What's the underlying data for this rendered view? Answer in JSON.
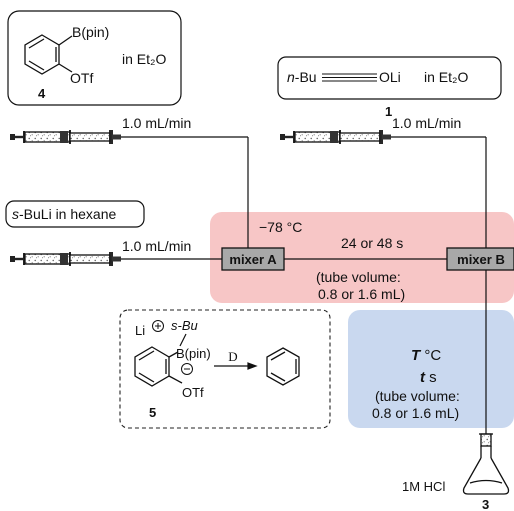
{
  "reagent_4": {
    "group_top": "B(pin)",
    "group_bottom": "OTf",
    "solvent": "in Et₂O",
    "compound_number": "4"
  },
  "reagent_1": {
    "prefix": "n",
    "left_group": "-Bu",
    "right_group": "OLi",
    "solvent": "in Et₂O",
    "compound_number": "1"
  },
  "reagent_sbuli": {
    "prefix": "s",
    "text": "-BuLi in hexane"
  },
  "flow_rates": {
    "syringe_top_left": "1.0 mL/min",
    "syringe_top_right": "1.0 mL/min",
    "syringe_bottom_left": "1.0 mL/min"
  },
  "zone_a": {
    "temperature": "−78 °C",
    "mixer_label": "mixer A",
    "residence_time": "24 or 48 s",
    "tube_volume_line1": "(tube volume:",
    "tube_volume_line2": "0.8 or 1.6 mL)",
    "color": "#f7c6c6"
  },
  "zone_b": {
    "mixer_label": "mixer B",
    "temp_symbol": "T",
    "temp_unit": " °C",
    "time_symbol": "t",
    "time_unit": " s",
    "tube_volume_line1": "(tube volume:",
    "tube_volume_line2": "0.8 or 1.6 mL)",
    "color": "#c9d8ef"
  },
  "intermediate_5": {
    "counter_ion": "Li",
    "top_group": "s-Bu",
    "boron_group": "B(pin)",
    "bottom_group": "OTf",
    "compound_number": "5",
    "arrow_label": "D"
  },
  "quench": {
    "label": "1M HCl",
    "compound_number": "3"
  },
  "colors": {
    "mixer_fill": "#a8a8a8",
    "temp_red": "#d03030",
    "temp_blue": "#1d3c8c"
  }
}
